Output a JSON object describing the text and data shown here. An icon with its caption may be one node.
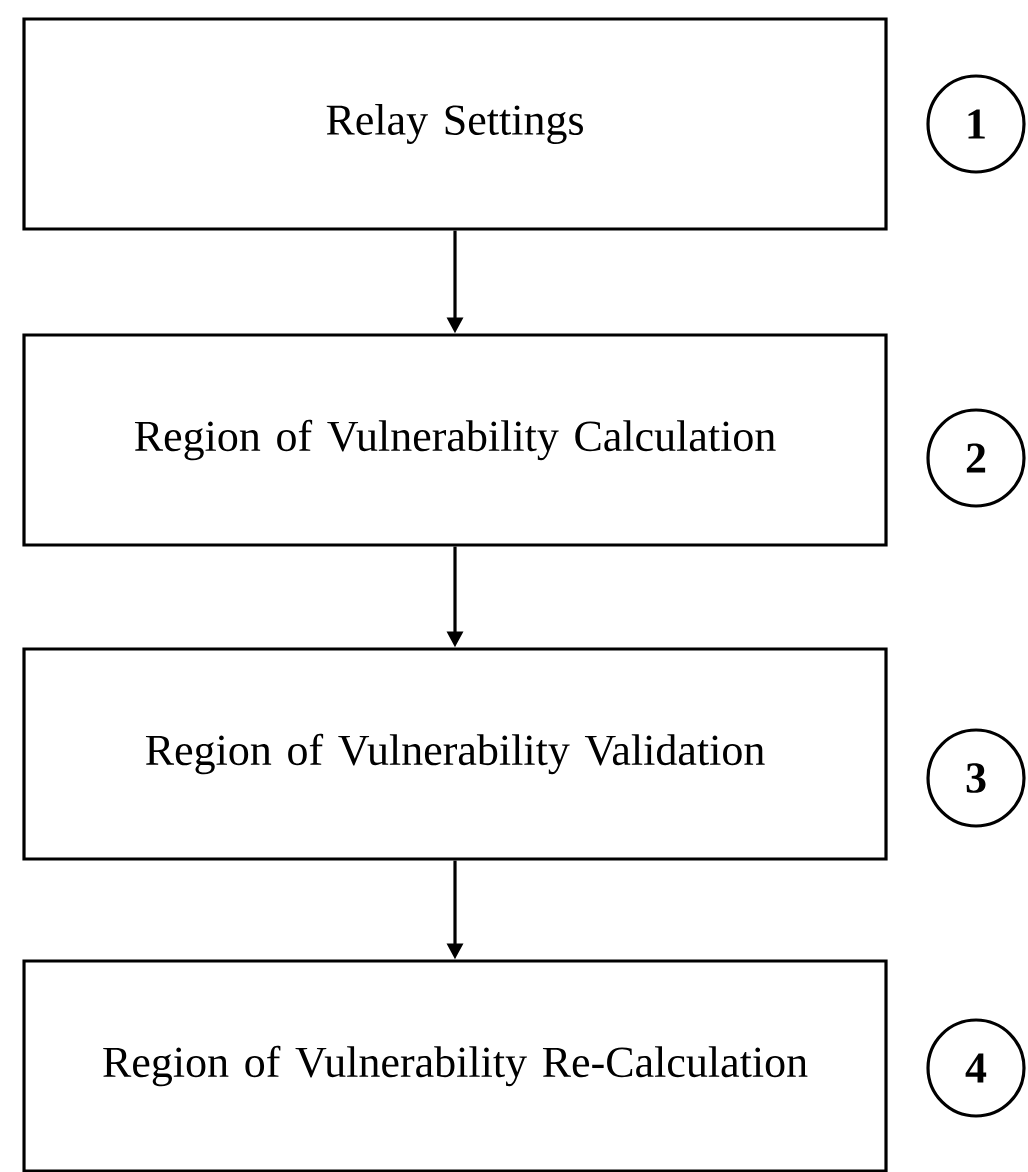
{
  "diagram": {
    "nodes": [
      {
        "text": [
          "Relay Settings"
        ]
      },
      {
        "text": [
          "1"
        ]
      },
      {
        "text": [
          "Region of Vulnerability Calculation"
        ]
      },
      {
        "text": [
          "2"
        ]
      },
      {
        "text": [
          "Region of Vulnerability Validation"
        ]
      },
      {
        "text": [
          "3"
        ]
      },
      {
        "text": [
          "Region of Vulnerability Re-Calculation"
        ]
      },
      {
        "text": [
          "4"
        ]
      }
    ],
    "edges": [
      {
        "from": 0,
        "to": 2,
        "arrow": "to"
      },
      {
        "from": 2,
        "to": 4,
        "arrow": "to"
      },
      {
        "from": 4,
        "to": 6,
        "arrow": "to"
      }
    ]
  }
}
